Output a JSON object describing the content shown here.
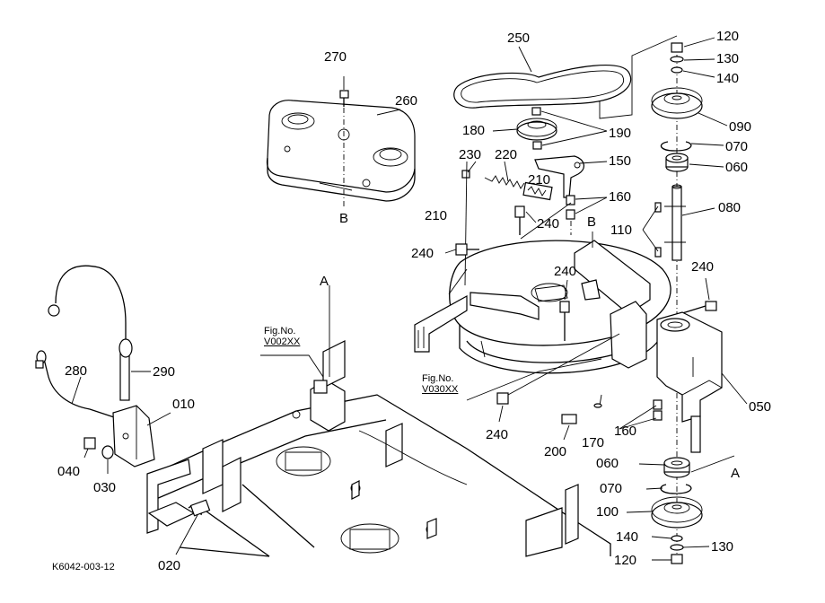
{
  "drawing_code": "K6042-003-12",
  "callouts": [
    {
      "id": "c010",
      "text": "010"
    },
    {
      "id": "c020",
      "text": "020"
    },
    {
      "id": "c030",
      "text": "030"
    },
    {
      "id": "c040",
      "text": "040"
    },
    {
      "id": "c050",
      "text": "050"
    },
    {
      "id": "c060a",
      "text": "060"
    },
    {
      "id": "c060b",
      "text": "060"
    },
    {
      "id": "c070a",
      "text": "070"
    },
    {
      "id": "c070b",
      "text": "070"
    },
    {
      "id": "c080",
      "text": "080"
    },
    {
      "id": "c090",
      "text": "090"
    },
    {
      "id": "c100",
      "text": "100"
    },
    {
      "id": "c110",
      "text": "110"
    },
    {
      "id": "c120a",
      "text": "120"
    },
    {
      "id": "c120b",
      "text": "120"
    },
    {
      "id": "c130a",
      "text": "130"
    },
    {
      "id": "c130b",
      "text": "130"
    },
    {
      "id": "c140a",
      "text": "140"
    },
    {
      "id": "c140b",
      "text": "140"
    },
    {
      "id": "c150",
      "text": "150"
    },
    {
      "id": "c160a",
      "text": "160"
    },
    {
      "id": "c160b",
      "text": "160"
    },
    {
      "id": "c170",
      "text": "170"
    },
    {
      "id": "c180",
      "text": "180"
    },
    {
      "id": "c190",
      "text": "190"
    },
    {
      "id": "c200",
      "text": "200"
    },
    {
      "id": "c210a",
      "text": "210"
    },
    {
      "id": "c210b",
      "text": "210"
    },
    {
      "id": "c220",
      "text": "220"
    },
    {
      "id": "c230",
      "text": "230"
    },
    {
      "id": "c240a",
      "text": "240"
    },
    {
      "id": "c240b",
      "text": "240"
    },
    {
      "id": "c240c",
      "text": "240"
    },
    {
      "id": "c240d",
      "text": "240"
    },
    {
      "id": "c240e",
      "text": "240"
    },
    {
      "id": "c250",
      "text": "250"
    },
    {
      "id": "c260",
      "text": "260"
    },
    {
      "id": "c270",
      "text": "270"
    },
    {
      "id": "c280",
      "text": "280"
    },
    {
      "id": "c290",
      "text": "290"
    }
  ],
  "match_marks": [
    {
      "id": "mA1",
      "text": "A"
    },
    {
      "id": "mA2",
      "text": "A"
    },
    {
      "id": "mB1",
      "text": "B"
    },
    {
      "id": "mB2",
      "text": "B"
    }
  ],
  "figure_refs": [
    {
      "id": "fig1",
      "caption": "Fig.No.",
      "number": "V002XX"
    },
    {
      "id": "fig2",
      "caption": "Fig.No.",
      "number": "V030XX"
    }
  ]
}
